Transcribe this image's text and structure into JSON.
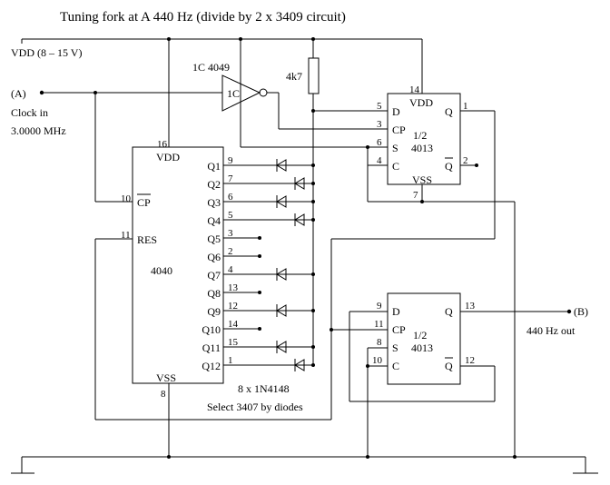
{
  "title": "Tuning fork at A 440 Hz (divide by 2 x 3409 circuit)",
  "vdd_label": "VDD (8 – 15 V)",
  "input": {
    "node": "(A)",
    "line1": "Clock in",
    "line2": "3.0000 MHz"
  },
  "output": {
    "node": "(B)",
    "caption": "440 Hz out"
  },
  "inverter": {
    "part": "1C 4049",
    "body": "1C"
  },
  "resistor": "4k7",
  "counter": {
    "part": "4040",
    "vdd": "VDD",
    "vdd_pin": "16",
    "vss": "VSS",
    "vss_pin": "8",
    "cp": "CP",
    "cp_pin": "10",
    "res": "RES",
    "res_pin": "11",
    "outputs": [
      {
        "label": "Q1",
        "pin": "9"
      },
      {
        "label": "Q2",
        "pin": "7"
      },
      {
        "label": "Q3",
        "pin": "6"
      },
      {
        "label": "Q4",
        "pin": "5"
      },
      {
        "label": "Q5",
        "pin": "3"
      },
      {
        "label": "Q6",
        "pin": "2"
      },
      {
        "label": "Q7",
        "pin": "4"
      },
      {
        "label": "Q8",
        "pin": "13"
      },
      {
        "label": "Q9",
        "pin": "12"
      },
      {
        "label": "Q10",
        "pin": "14"
      },
      {
        "label": "Q11",
        "pin": "15"
      },
      {
        "label": "Q12",
        "pin": "1"
      }
    ]
  },
  "ff1": {
    "half": "1/2",
    "part": "4013",
    "vdd": "VDD",
    "vdd_pin": "14",
    "vss": "VSS",
    "vss_pin": "7",
    "d": "D",
    "d_pin": "5",
    "cp": "CP",
    "cp_pin": "3",
    "s": "S",
    "s_pin": "6",
    "c": "C",
    "c_pin": "4",
    "q": "Q",
    "q_pin": "1",
    "qbar": "Q",
    "qbar_pin": "2"
  },
  "ff2": {
    "half": "1/2",
    "part": "4013",
    "d": "D",
    "d_pin": "9",
    "cp": "CP",
    "cp_pin": "11",
    "s": "S",
    "s_pin": "8",
    "c": "C",
    "c_pin": "10",
    "q": "Q",
    "q_pin": "13",
    "qbar": "Q",
    "qbar_pin": "12"
  },
  "diodes_label": "8 x 1N4148",
  "select_label": "Select 3407 by diodes"
}
